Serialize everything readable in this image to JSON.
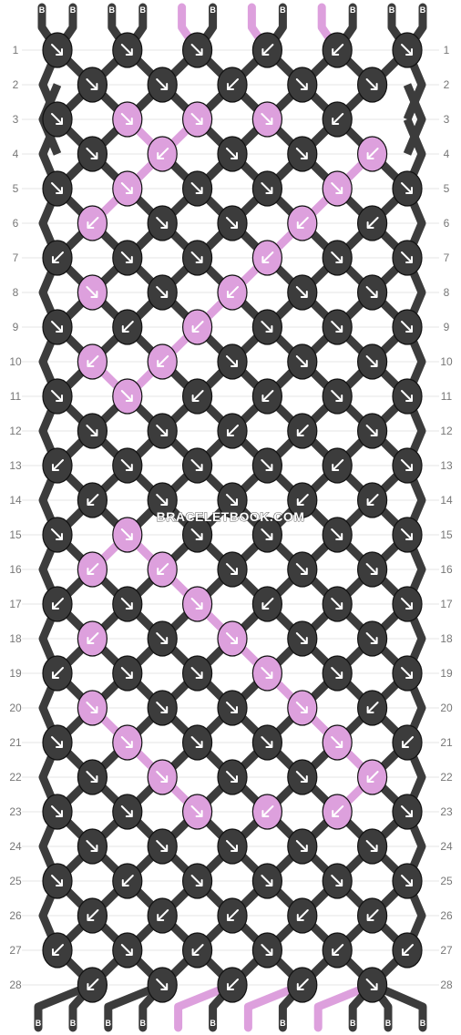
{
  "watermark": "BRACELETBOOK.COM",
  "colors": {
    "dark": "#3c3c3c",
    "pink": "#dda0dd",
    "arrow": "#ffffff",
    "row_line": "#e6e6e6"
  },
  "strands": [
    "B",
    "B",
    "B",
    "B",
    "",
    "B",
    "",
    "B",
    "",
    "B",
    "B",
    "B"
  ],
  "strand_colors": [
    "dark",
    "dark",
    "dark",
    "dark",
    "pink",
    "dark",
    "pink",
    "dark",
    "pink",
    "dark",
    "dark",
    "dark"
  ],
  "row_labels": [
    "1",
    "2",
    "3",
    "4",
    "5",
    "6",
    "7",
    "8",
    "9",
    "10",
    "11",
    "12",
    "13",
    "14",
    "15",
    "16",
    "17",
    "18",
    "19",
    "20",
    "21",
    "22",
    "23",
    "24",
    "25",
    "26",
    "27",
    "28"
  ],
  "knots": [
    "DDDDDD",
    "DDDDD",
    "DPPPD",
    "DPDDP",
    "DPDDPD",
    "PDDPD",
    "DDDPDD",
    "PDPDD",
    "DDPDDD",
    "PPDDD",
    "DPDDDD",
    "DDDDD",
    "DDDDDD",
    "DDDDD",
    "DPDDDD",
    "PPDDD",
    "DDPDDD",
    "PDPDD",
    "DDDPDD",
    "PDDPD",
    "DPDDPD",
    "DPDDP",
    "DDPPPD",
    "DDDDD",
    "DDDDDD",
    "DDDDD",
    "DDDDDD",
    "DDDDD"
  ],
  "arrows": [
    "RRRLLR",
    "RRLRR",
    "RRRRLR",
    "RLRRL",
    "RRRRRR",
    "LRRLL",
    "LRRLRR",
    "RRLRR",
    "RLLRRR",
    "LLRRR",
    "RRLLRR",
    "RRLLR",
    "LRRRLR",
    "LRRLL",
    "RRRRRR",
    "LLRRR",
    "LRRLRR",
    "LRRRR",
    "LRRRRR",
    "RRRRL",
    "RRRRRL",
    "RRRRL",
    "RRRLLR",
    "RRRRR",
    "RLRRRR",
    "LLLLL",
    "LRLRLL",
    "LRLLR"
  ]
}
